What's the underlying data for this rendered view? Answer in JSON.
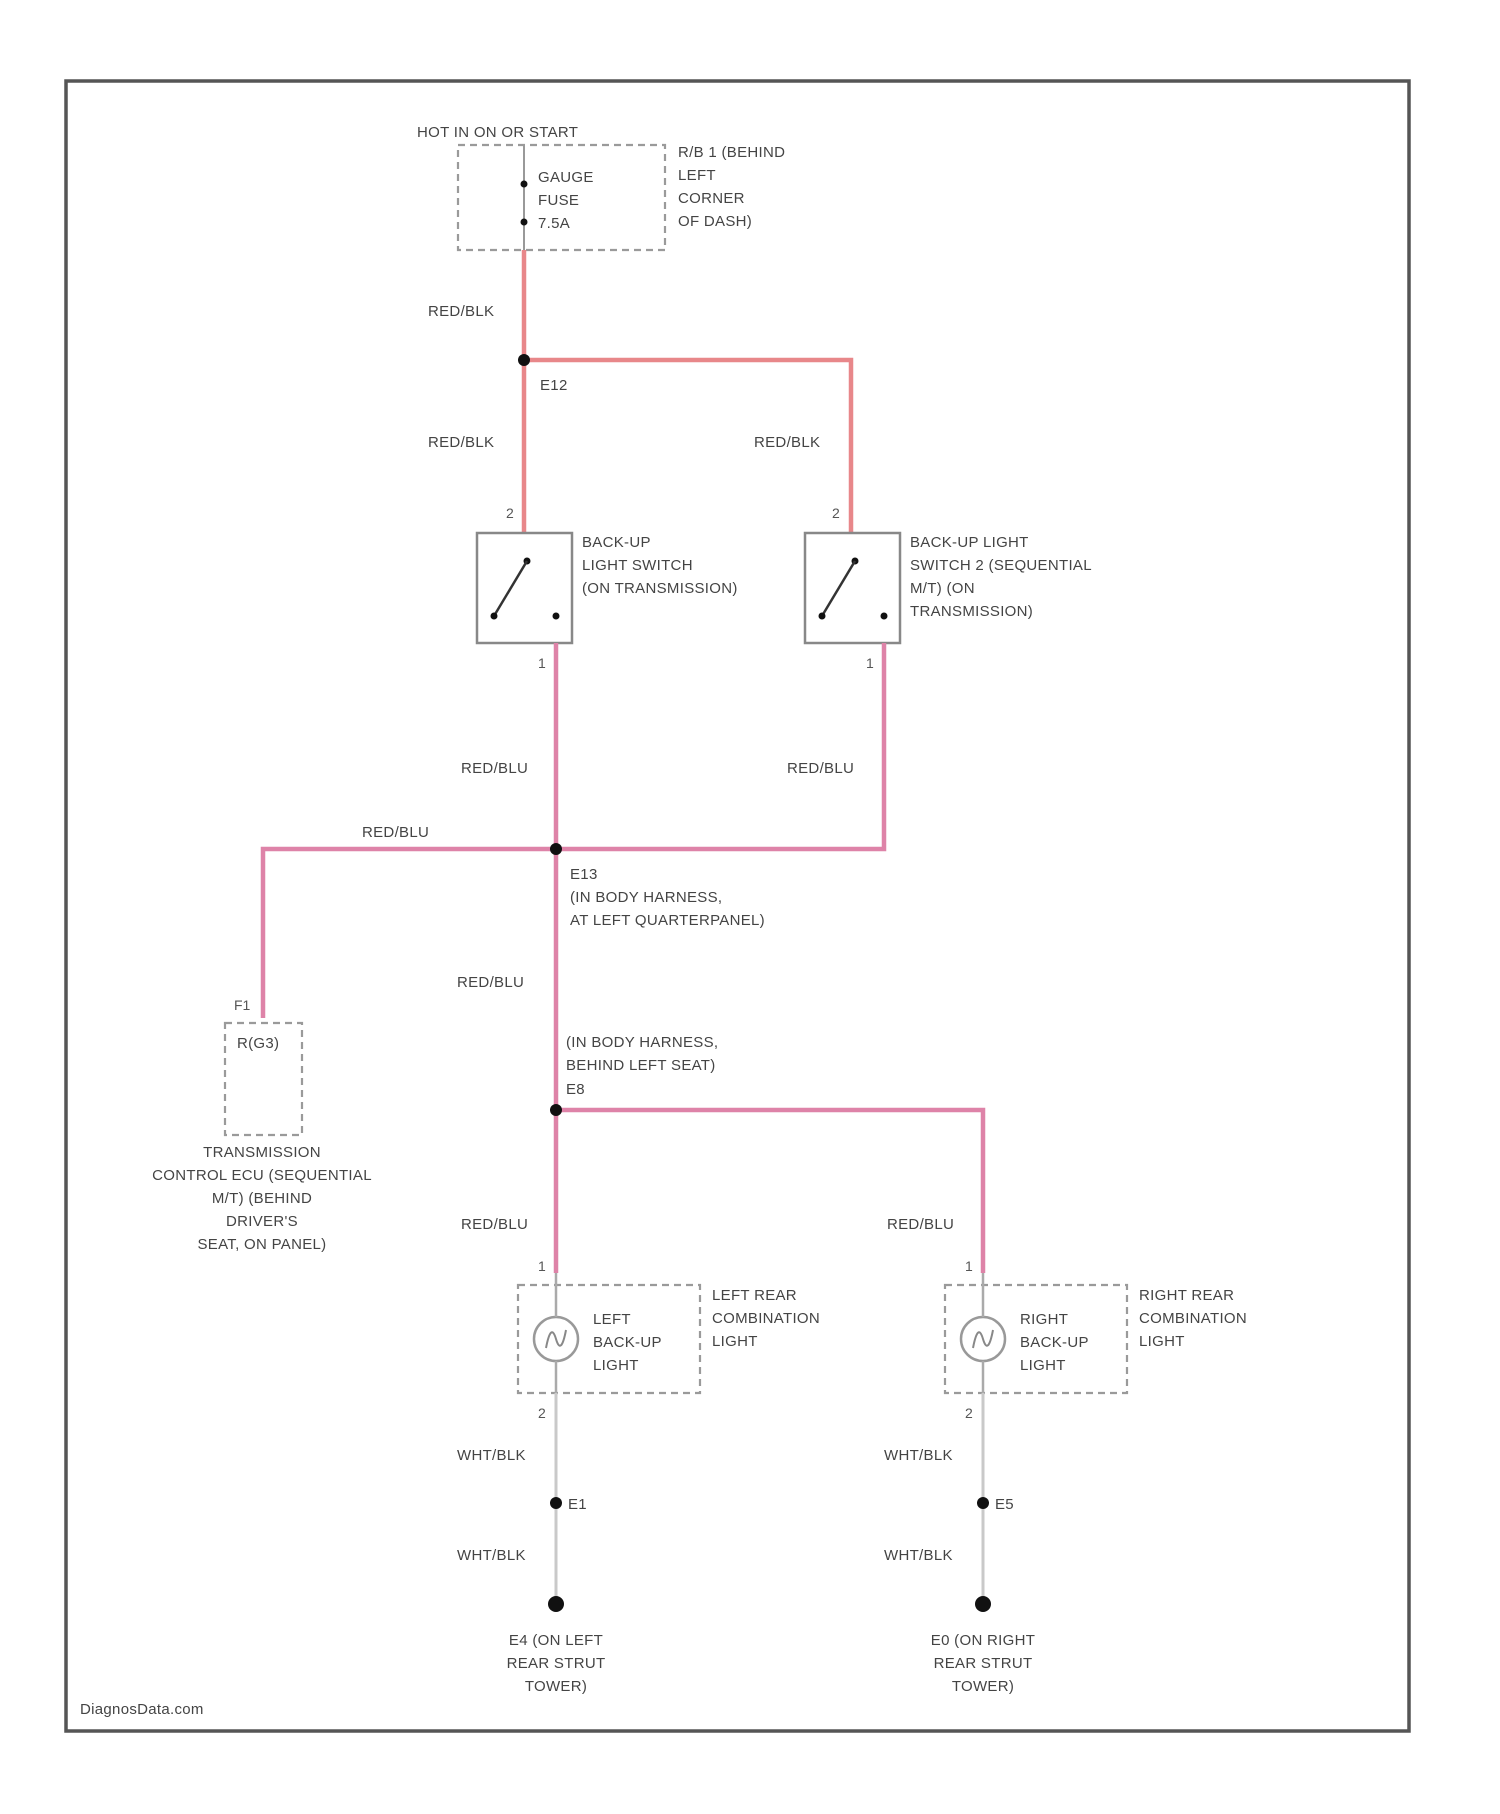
{
  "power_label": "HOT IN ON OR START",
  "fuse_block": {
    "fuse_lines": [
      "GAUGE",
      "FUSE",
      "7.5A"
    ],
    "location_lines": [
      "R/B 1 (BEHIND",
      "LEFT",
      "CORNER",
      "OF DASH)"
    ]
  },
  "wire_colors": {
    "red_blk": "RED/BLK",
    "red_blu": "RED/BLU",
    "wht_blk": "WHT/BLK"
  },
  "splices": {
    "upper": "E12",
    "middle_lines": [
      "E13",
      "(IN BODY HARNESS,",
      "AT LEFT QUARTERPANEL)"
    ],
    "lower_lines": [
      "(IN BODY HARNESS,",
      "BEHIND LEFT SEAT)",
      "E8"
    ],
    "left_ground_splice": "E1",
    "right_ground_splice": "E5"
  },
  "switch_left": {
    "label_lines": [
      "BACK-UP",
      "LIGHT SWITCH",
      "(ON TRANSMISSION)"
    ],
    "pin_in": "2",
    "pin_out": "1"
  },
  "switch_right": {
    "label_lines": [
      "BACK-UP LIGHT",
      "SWITCH 2 (SEQUENTIAL",
      "M/T) (ON",
      "TRANSMISSION)"
    ],
    "pin_in": "2",
    "pin_out": "1"
  },
  "ecu": {
    "pin": "F1",
    "terminal": "R(G3)",
    "label_lines": [
      "TRANSMISSION",
      "CONTROL ECU (SEQUENTIAL",
      "M/T) (BEHIND",
      "DRIVER'S",
      "SEAT, ON PANEL)"
    ]
  },
  "lamp_left": {
    "inner_lines": [
      "LEFT",
      "BACK-UP",
      "LIGHT"
    ],
    "outer_lines": [
      "LEFT REAR",
      "COMBINATION",
      "LIGHT"
    ],
    "pin_in": "1",
    "pin_out": "2"
  },
  "lamp_right": {
    "inner_lines": [
      "RIGHT",
      "BACK-UP",
      "LIGHT"
    ],
    "outer_lines": [
      "RIGHT REAR",
      "COMBINATION",
      "LIGHT"
    ],
    "pin_in": "1",
    "pin_out": "2"
  },
  "ground_left_lines": [
    "E4 (ON LEFT",
    "REAR STRUT",
    "TOWER)"
  ],
  "ground_right_lines": [
    "E0 (ON RIGHT",
    "REAR STRUT",
    "TOWER)"
  ],
  "watermark": "DiagnosData.com",
  "colors": {
    "wire_red_blk": "#e8878a",
    "wire_red_blu": "#de83a8",
    "wire_wht_blk": "#c9c9c9"
  }
}
